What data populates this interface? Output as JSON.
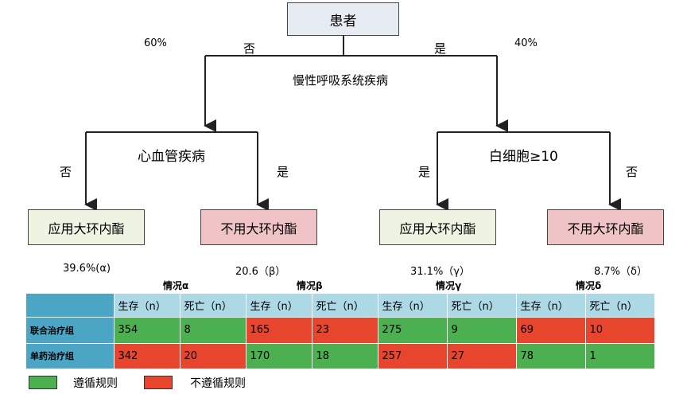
{
  "tree": {
    "root": "患者",
    "split_root": "慢性呼吸系统疾病",
    "root_left_branch": "否",
    "root_right_branch": "是",
    "root_left_pct": "60%",
    "root_right_pct": "40%",
    "left_split": "心血管疾病",
    "left_left_branch": "否",
    "left_right_branch": "是",
    "right_split": "白细胞≥10",
    "right_left_branch": "是",
    "right_right_branch": "否",
    "leaf1": "应用大环内酯",
    "leaf2": "不用大环内酯",
    "leaf3": "应用大环内酯",
    "leaf4": "不用大环内酯",
    "leaf1_pct": "39.6%(α)",
    "leaf2_pct": "20.6（β）",
    "leaf3_pct": "31.1%（γ）",
    "leaf4_pct": "8.7%（δ）"
  },
  "colors": {
    "follow": "#4caf50",
    "not_follow": "#e8452f",
    "header_blue": "#add8e6",
    "rowlabel_blue": "#4ba6c6",
    "leaf_green": "#eef3e2",
    "leaf_pink": "#f0c4c6",
    "root_fill": "#e6ecf2"
  },
  "table": {
    "situations": [
      "情况α",
      "情况β",
      "情况γ",
      "情况δ"
    ],
    "col_headers": [
      "生存（n）",
      "死亡（n）",
      "生存（n）",
      "死亡（n）",
      "生存（n）",
      "死亡（n）",
      "生存（n）",
      "死亡（n）"
    ],
    "rows": [
      {
        "label": "联合治疗组",
        "cells": [
          "354",
          "8",
          "165",
          "23",
          "275",
          "9",
          "69",
          "10"
        ],
        "status": [
          "follow",
          "follow",
          "not_follow",
          "not_follow",
          "follow",
          "follow",
          "not_follow",
          "not_follow"
        ]
      },
      {
        "label": "单药治疗组",
        "cells": [
          "342",
          "20",
          "170",
          "18",
          "257",
          "27",
          "78",
          "1"
        ],
        "status": [
          "not_follow",
          "not_follow",
          "follow",
          "follow",
          "not_follow",
          "not_follow",
          "follow",
          "follow"
        ]
      }
    ]
  },
  "legend": {
    "follow": "遵循规则",
    "not_follow": "不遵循规则"
  }
}
